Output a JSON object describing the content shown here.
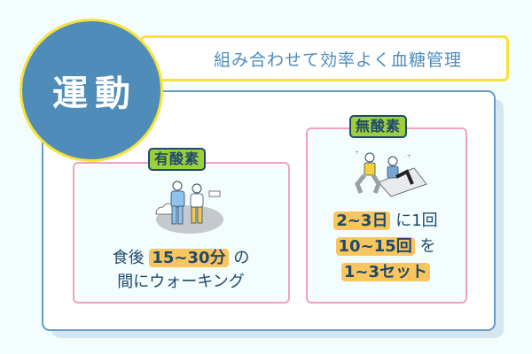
{
  "header": {
    "badge_label": "運動",
    "banner_text": "組み合わせて効率よく血糖管理"
  },
  "cards": [
    {
      "tag": "有酸素",
      "illustration": "walking-couple-illustration",
      "lines": [
        {
          "prefix": "食後",
          "highlight": "15~30分",
          "suffix": "の"
        },
        {
          "prefix": "間にウォーキング",
          "highlight": "",
          "suffix": ""
        }
      ]
    },
    {
      "tag": "無酸素",
      "illustration": "squat-situp-illustration",
      "lines": [
        {
          "prefix": "",
          "highlight": "2~3日",
          "suffix": "に1回"
        },
        {
          "prefix": "",
          "highlight": "10~15回",
          "suffix": "を"
        },
        {
          "prefix": "",
          "highlight": "1~3セット",
          "suffix": ""
        }
      ]
    }
  ],
  "colors": {
    "background": "#f3fdfd",
    "primary_blue": "#4f8cb9",
    "yellow_border": "#f6e23a",
    "pink_border": "#f4a2bd",
    "tag_green": "#9ccf3a",
    "highlight_orange": "#f9c55e",
    "text_navy": "#1f4a6b"
  }
}
